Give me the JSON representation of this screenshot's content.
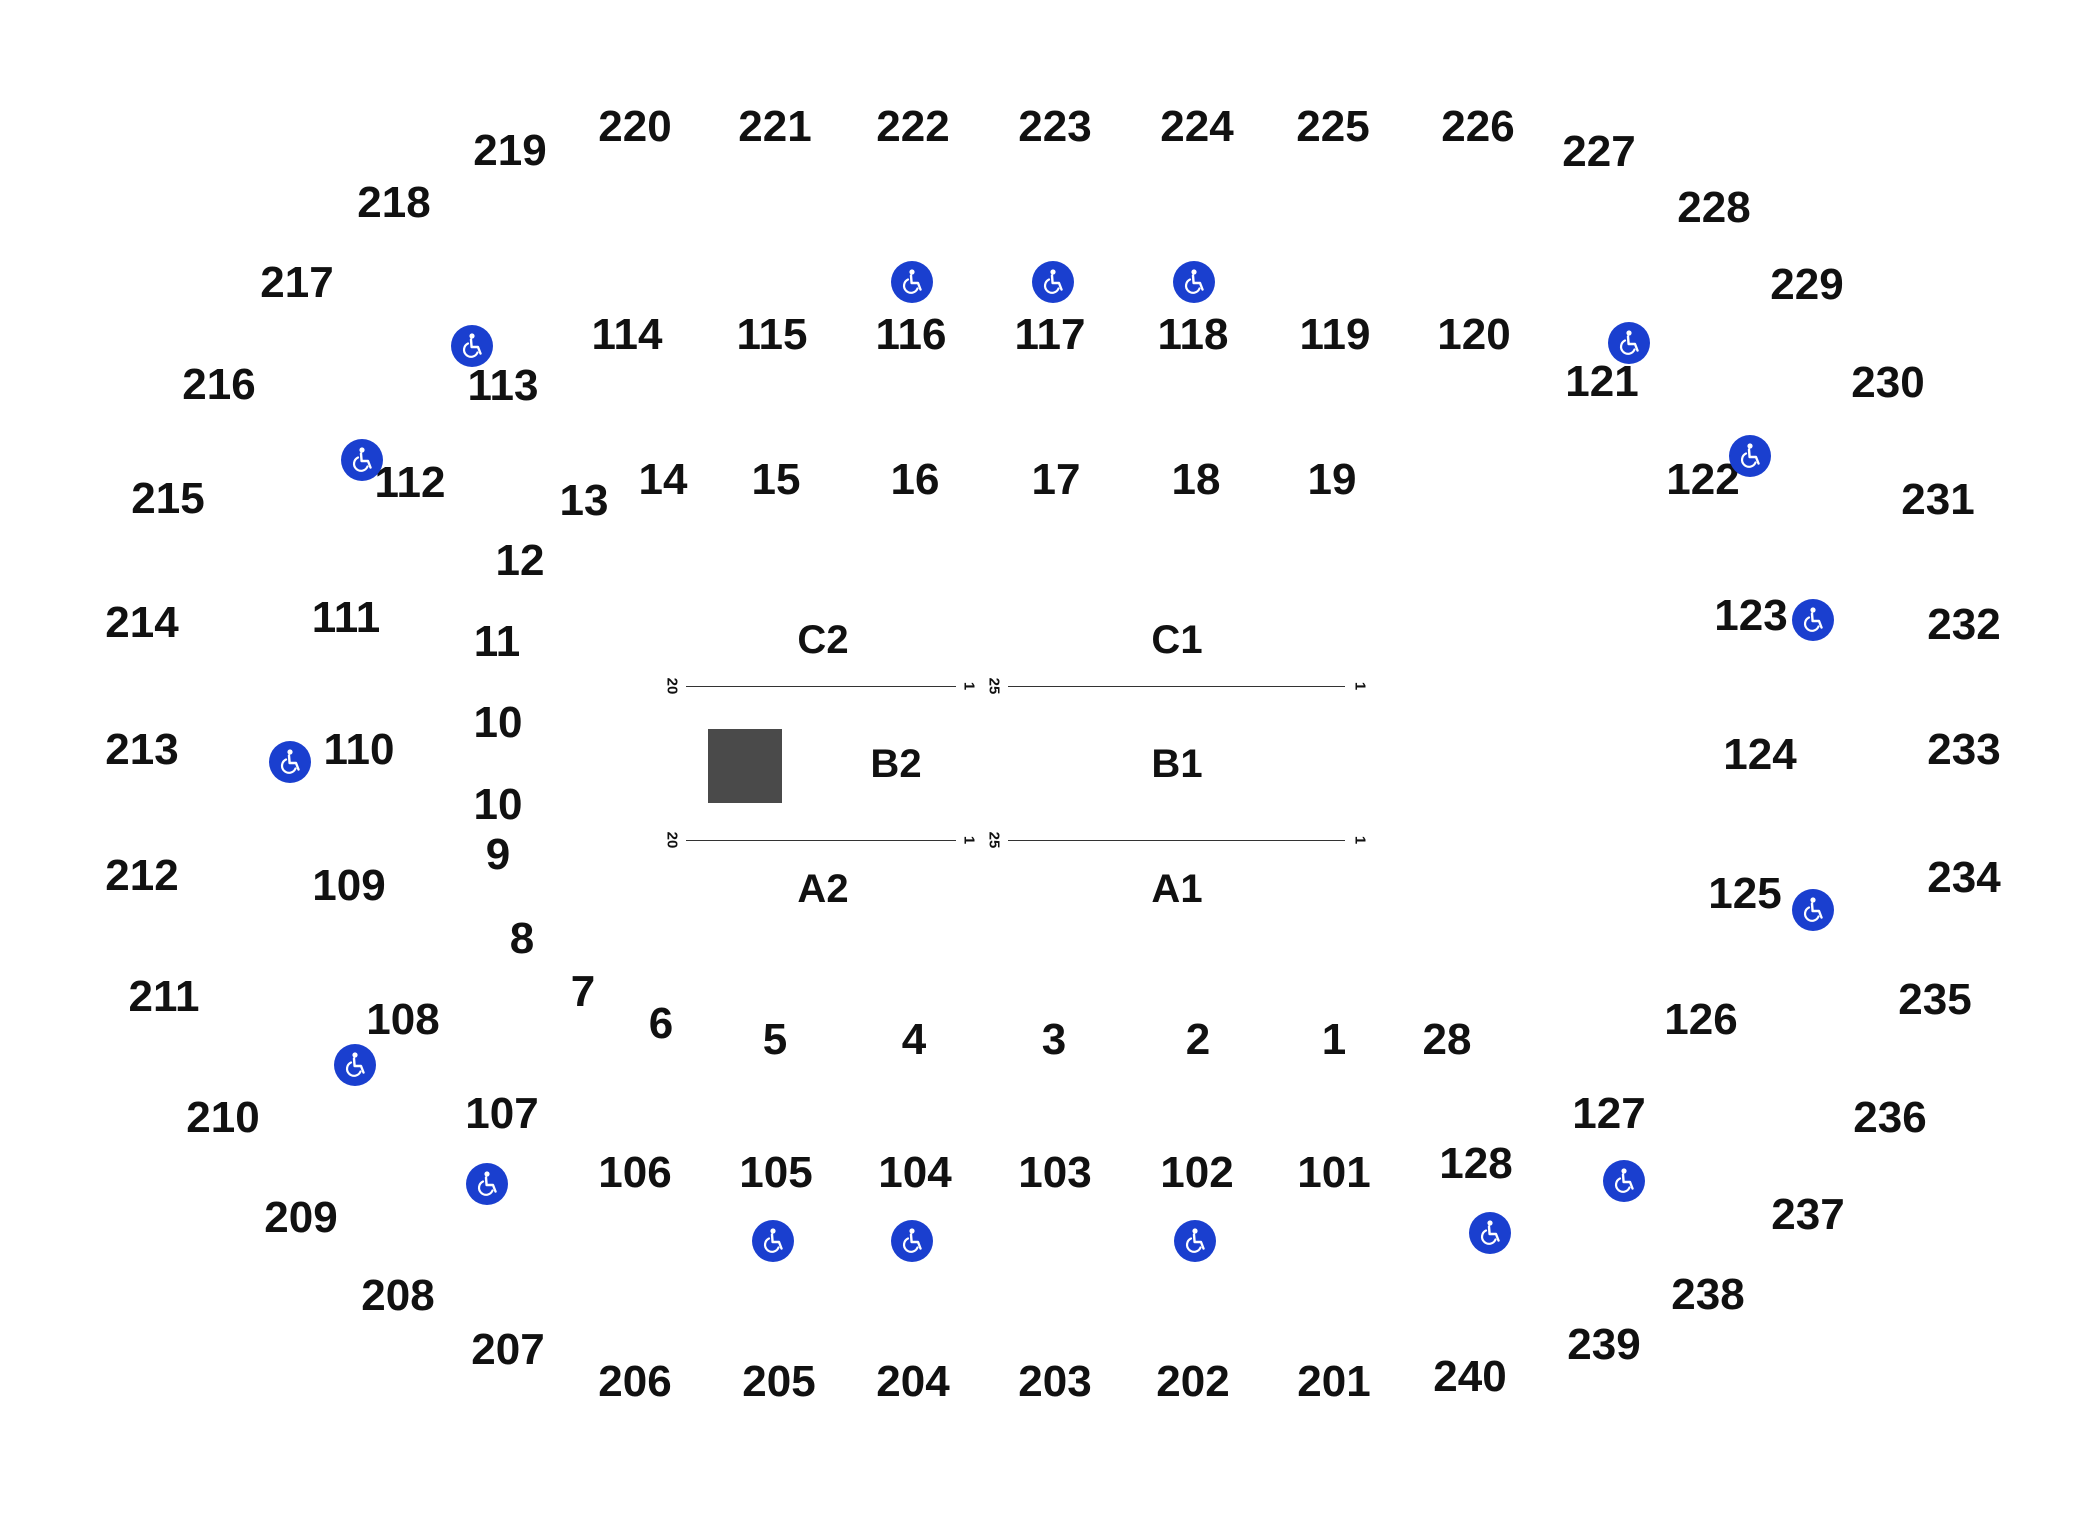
{
  "accessibility_icon": "wheelchair-icon",
  "colors": {
    "accessible": "#1a3fcf",
    "stage": "#4a4a4a",
    "text": "#111111"
  },
  "floor_sections": {
    "a1": "A1",
    "a2": "A2",
    "b1": "B1",
    "b2": "B2",
    "c1": "C1",
    "c2": "C2"
  },
  "row_labels": {
    "twenty": "20",
    "one": "1",
    "twenty_five": "25"
  },
  "sections": {
    "s1": "1",
    "s2": "2",
    "s3": "3",
    "s4": "4",
    "s5": "5",
    "s6": "6",
    "s7": "7",
    "s8": "8",
    "s9": "9",
    "s10a": "10",
    "s10b": "10",
    "s11": "11",
    "s12": "12",
    "s13": "13",
    "s14": "14",
    "s15": "15",
    "s16": "16",
    "s17": "17",
    "s18": "18",
    "s19": "19",
    "s28": "28",
    "s101": "101",
    "s102": "102",
    "s103": "103",
    "s104": "104",
    "s105": "105",
    "s106": "106",
    "s107": "107",
    "s108": "108",
    "s109": "109",
    "s110": "110",
    "s111": "111",
    "s112": "112",
    "s113": "113",
    "s114": "114",
    "s115": "115",
    "s116": "116",
    "s117": "117",
    "s118": "118",
    "s119": "119",
    "s120": "120",
    "s121": "121",
    "s122": "122",
    "s123": "123",
    "s124": "124",
    "s125": "125",
    "s126": "126",
    "s127": "127",
    "s128": "128",
    "s201": "201",
    "s202": "202",
    "s203": "203",
    "s204": "204",
    "s205": "205",
    "s206": "206",
    "s207": "207",
    "s208": "208",
    "s209": "209",
    "s210": "210",
    "s211": "211",
    "s212": "212",
    "s213": "213",
    "s214": "214",
    "s215": "215",
    "s216": "216",
    "s217": "217",
    "s218": "218",
    "s219": "219",
    "s220": "220",
    "s221": "221",
    "s222": "222",
    "s223": "223",
    "s224": "224",
    "s225": "225",
    "s226": "226",
    "s227": "227",
    "s228": "228",
    "s229": "229",
    "s230": "230",
    "s231": "231",
    "s232": "232",
    "s233": "233",
    "s234": "234",
    "s235": "235",
    "s236": "236",
    "s237": "237",
    "s238": "238",
    "s239": "239",
    "s240": "240"
  }
}
